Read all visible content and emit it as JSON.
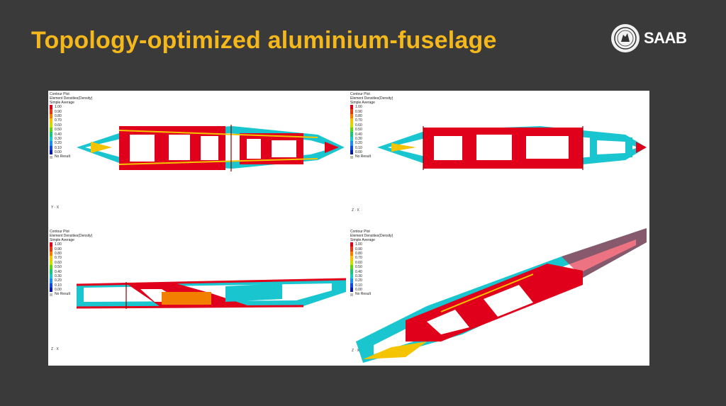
{
  "slide": {
    "title": "Topology-optimized aluminium-fuselage"
  },
  "brand": {
    "name": "SAAB",
    "emblem": "griffin-emblem-icon"
  },
  "legend": {
    "line1": "Contour Plot",
    "line2": "Element Densities(Density)",
    "line3": "Simple Average",
    "levels": [
      "1.00",
      "0.90",
      "0.80",
      "0.70",
      "0.60",
      "0.50",
      "0.40",
      "0.30",
      "0.20",
      "0.10",
      "0.00"
    ],
    "level_colors": [
      "#e0001b",
      "#e83a10",
      "#f27f00",
      "#f4c400",
      "#c6e000",
      "#5fd21c",
      "#1fc47a",
      "#19c6d0",
      "#1f8df0",
      "#1446e0",
      "#0a1aa8"
    ],
    "no_result": "No Result"
  },
  "views": [
    {
      "axis_a": "Y",
      "axis_b": "X"
    },
    {
      "axis_a": "Z",
      "axis_b": "X"
    },
    {
      "axis_a": "Z",
      "axis_b": "X"
    },
    {
      "axis_a": "Z",
      "axis_b": "X"
    }
  ],
  "colors": {
    "background": "#3a3a3a",
    "title": "#f4b81c",
    "high_density": "#e0001b",
    "low_density": "#19c6d0"
  }
}
